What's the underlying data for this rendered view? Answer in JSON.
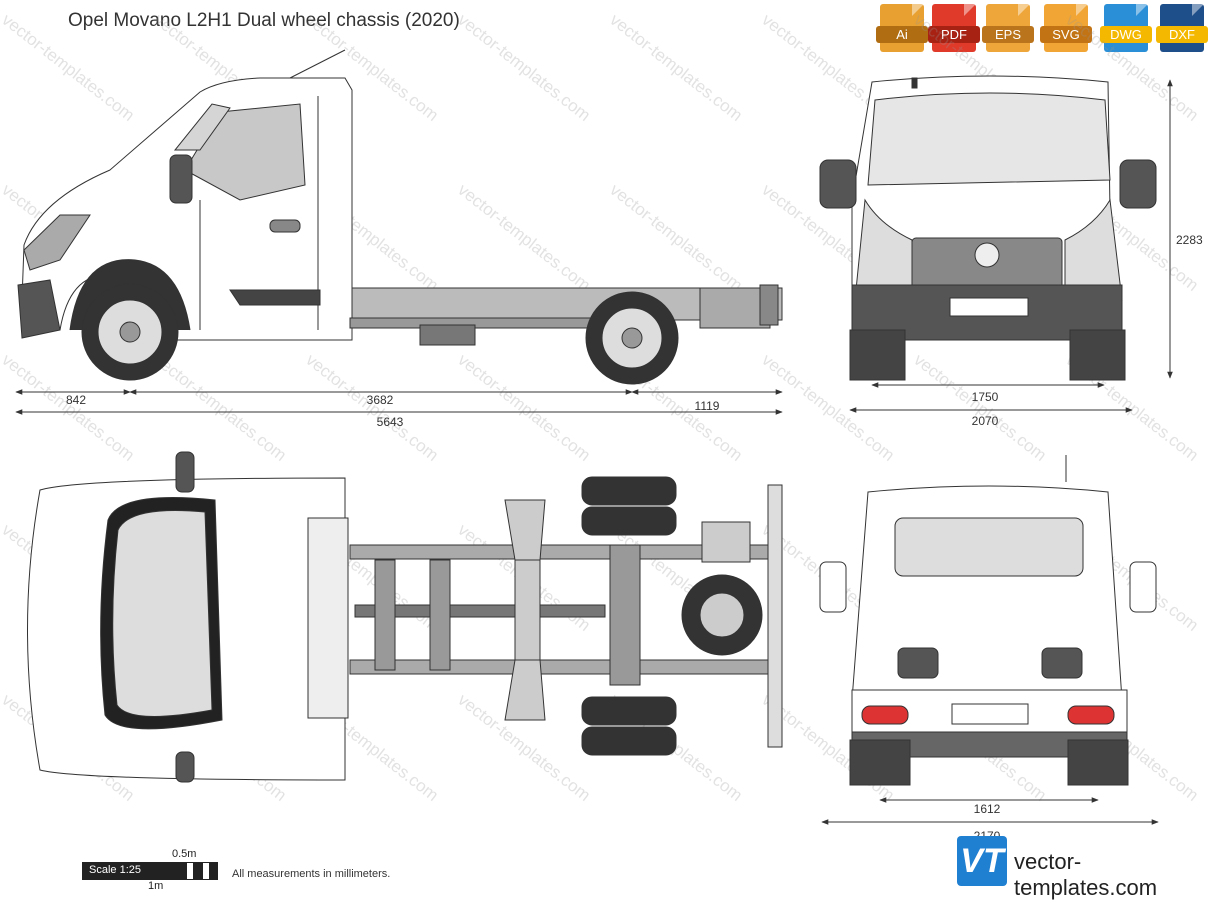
{
  "title": "Opel Movano L2H1 Dual wheel chassis (2020)",
  "formats": [
    {
      "label": "Ai",
      "color": "#e8a030",
      "dark": "#b06d12"
    },
    {
      "label": "PDF",
      "color": "#e03a2a",
      "dark": "#a82214"
    },
    {
      "label": "EPS",
      "color": "#eea63a",
      "dark": "#b9741c"
    },
    {
      "label": "SVG",
      "color": "#f0a534",
      "dark": "#c27415"
    },
    {
      "label": "DWG",
      "color": "#2a8fd6",
      "dark": "#f5b800"
    },
    {
      "label": "DXF",
      "color": "#1f4f8a",
      "dark": "#f5b800"
    }
  ],
  "dimensions": {
    "front_overhang": "842",
    "wheelbase": "3682",
    "rear_overhang": "1119",
    "overall_length": "5643",
    "height": "2283",
    "front_track": "1750",
    "overall_width": "2070",
    "rear_track": "1612",
    "rear_width": "2170"
  },
  "scale": {
    "label": "Scale 1:25",
    "half": "0.5m",
    "full": "1m"
  },
  "note": "All measurements in millimeters.",
  "watermark": "vector-templates.com",
  "logo": {
    "mark": "VT",
    "text": "vector-templates.com"
  }
}
